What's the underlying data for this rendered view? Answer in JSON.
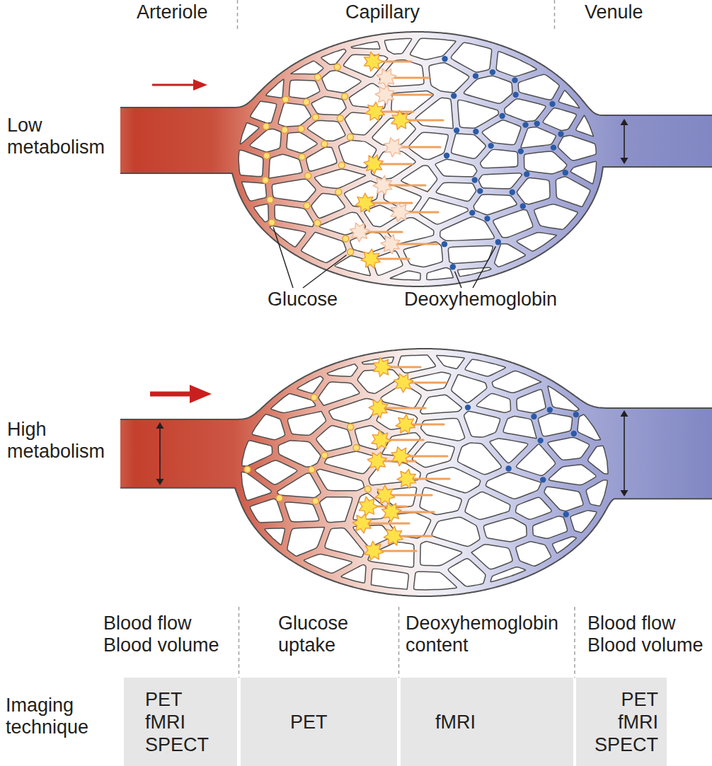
{
  "diagram": {
    "nodes": [
      {
        "text": [
          "PET fMRI SPECT"
        ]
      },
      {
        "text": [
          "PET"
        ]
      },
      {
        "text": [
          "fMRI"
        ]
      },
      {
        "text": [
          "PET fMRI SPECT"
        ]
      }
    ],
    "labels": [
      "Arteriole",
      "Capillary",
      "Venule",
      "Low metabolism",
      "Glucose",
      "Deoxyhemoglobin",
      "High metabolism",
      "Blood flow Blood volume",
      "Glucose uptake",
      "Deoxyhemoglobin content",
      "Blood flow Blood volume",
      "Imaging technique"
    ]
  }
}
